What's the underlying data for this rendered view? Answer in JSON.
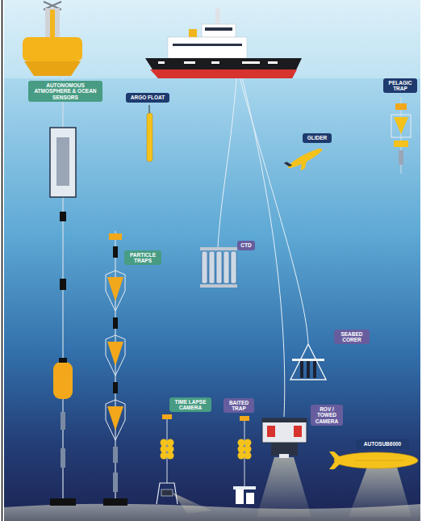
{
  "diagram": {
    "nodes": [
      {
        "text": [
          "AUTONOMOUS ATMOSPHERE & OCEAN SENSORS"
        ]
      },
      {
        "text": [
          "ARGO FLOAT"
        ]
      },
      {
        "text": [
          "PELAGIC TRAP"
        ]
      },
      {
        "text": [
          "GLIDER"
        ]
      },
      {
        "text": [
          "CTD"
        ]
      },
      {
        "text": [
          "PARTICLE TRAPS"
        ]
      },
      {
        "text": [
          "SEABED CORER"
        ]
      },
      {
        "text": [
          "TIME LAPSE CAMERA"
        ]
      },
      {
        "text": [
          "BAITED TRAP"
        ]
      },
      {
        "text": [
          "ROV / TOWED CAMERA"
        ]
      },
      {
        "text": [
          "AUTOSUB6000"
        ]
      }
    ]
  }
}
